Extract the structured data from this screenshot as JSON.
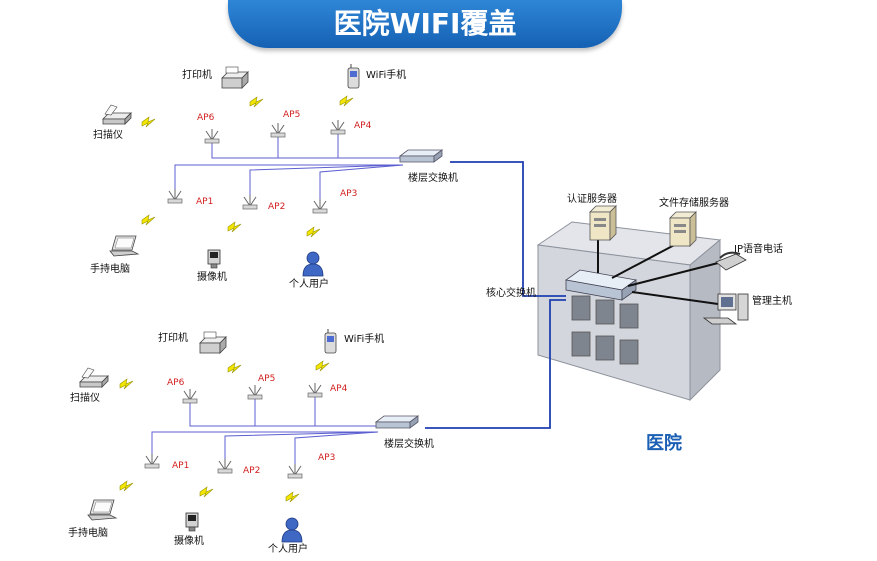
{
  "title": "医院WIFI覆盖",
  "hospital_label": "医院",
  "server_room": {
    "core_switch": "核心交换机",
    "auth_server": "认证服务器",
    "file_server": "文件存储服务器",
    "ip_phone": "IP语音电话",
    "admin_host": "管理主机"
  },
  "floors": [
    {
      "floor_switch": "楼层交换机",
      "aps": [
        "AP1",
        "AP2",
        "AP3",
        "AP4",
        "AP5",
        "AP6"
      ],
      "devices": {
        "printer": "打印机",
        "wifi_phone": "WiFi手机",
        "scanner": "扫描仪",
        "laptop": "手持电脑",
        "camera": "摄像机",
        "user": "个人用户"
      }
    },
    {
      "floor_switch": "楼层交换机",
      "aps": [
        "AP1",
        "AP2",
        "AP3",
        "AP4",
        "AP5",
        "AP6"
      ],
      "devices": {
        "printer": "打印机",
        "wifi_phone": "WiFi手机",
        "scanner": "扫描仪",
        "laptop": "手持电脑",
        "camera": "摄像机",
        "user": "个人用户"
      }
    }
  ],
  "colors": {
    "banner": "#1f72c8",
    "uplink": "#1f3fb0",
    "ap_label": "#d22020",
    "wireless_bolt": "#f2e600"
  }
}
